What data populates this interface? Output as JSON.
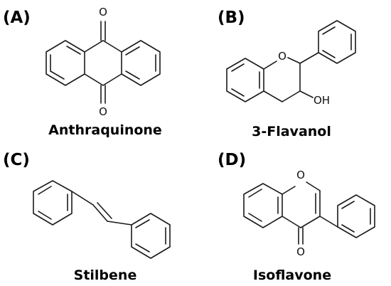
{
  "panels": [
    {
      "label": "(A)",
      "name": "Anthraquinone"
    },
    {
      "label": "(B)",
      "name": "3-Flavanol"
    },
    {
      "label": "(C)",
      "name": "Stilbene"
    },
    {
      "label": "(D)",
      "name": "Isoflavone"
    }
  ],
  "atoms": {
    "oxygen": "O",
    "hydroxyl": "OH"
  },
  "colors": {
    "ink": "#1a1a1a",
    "background": "#ffffff"
  }
}
